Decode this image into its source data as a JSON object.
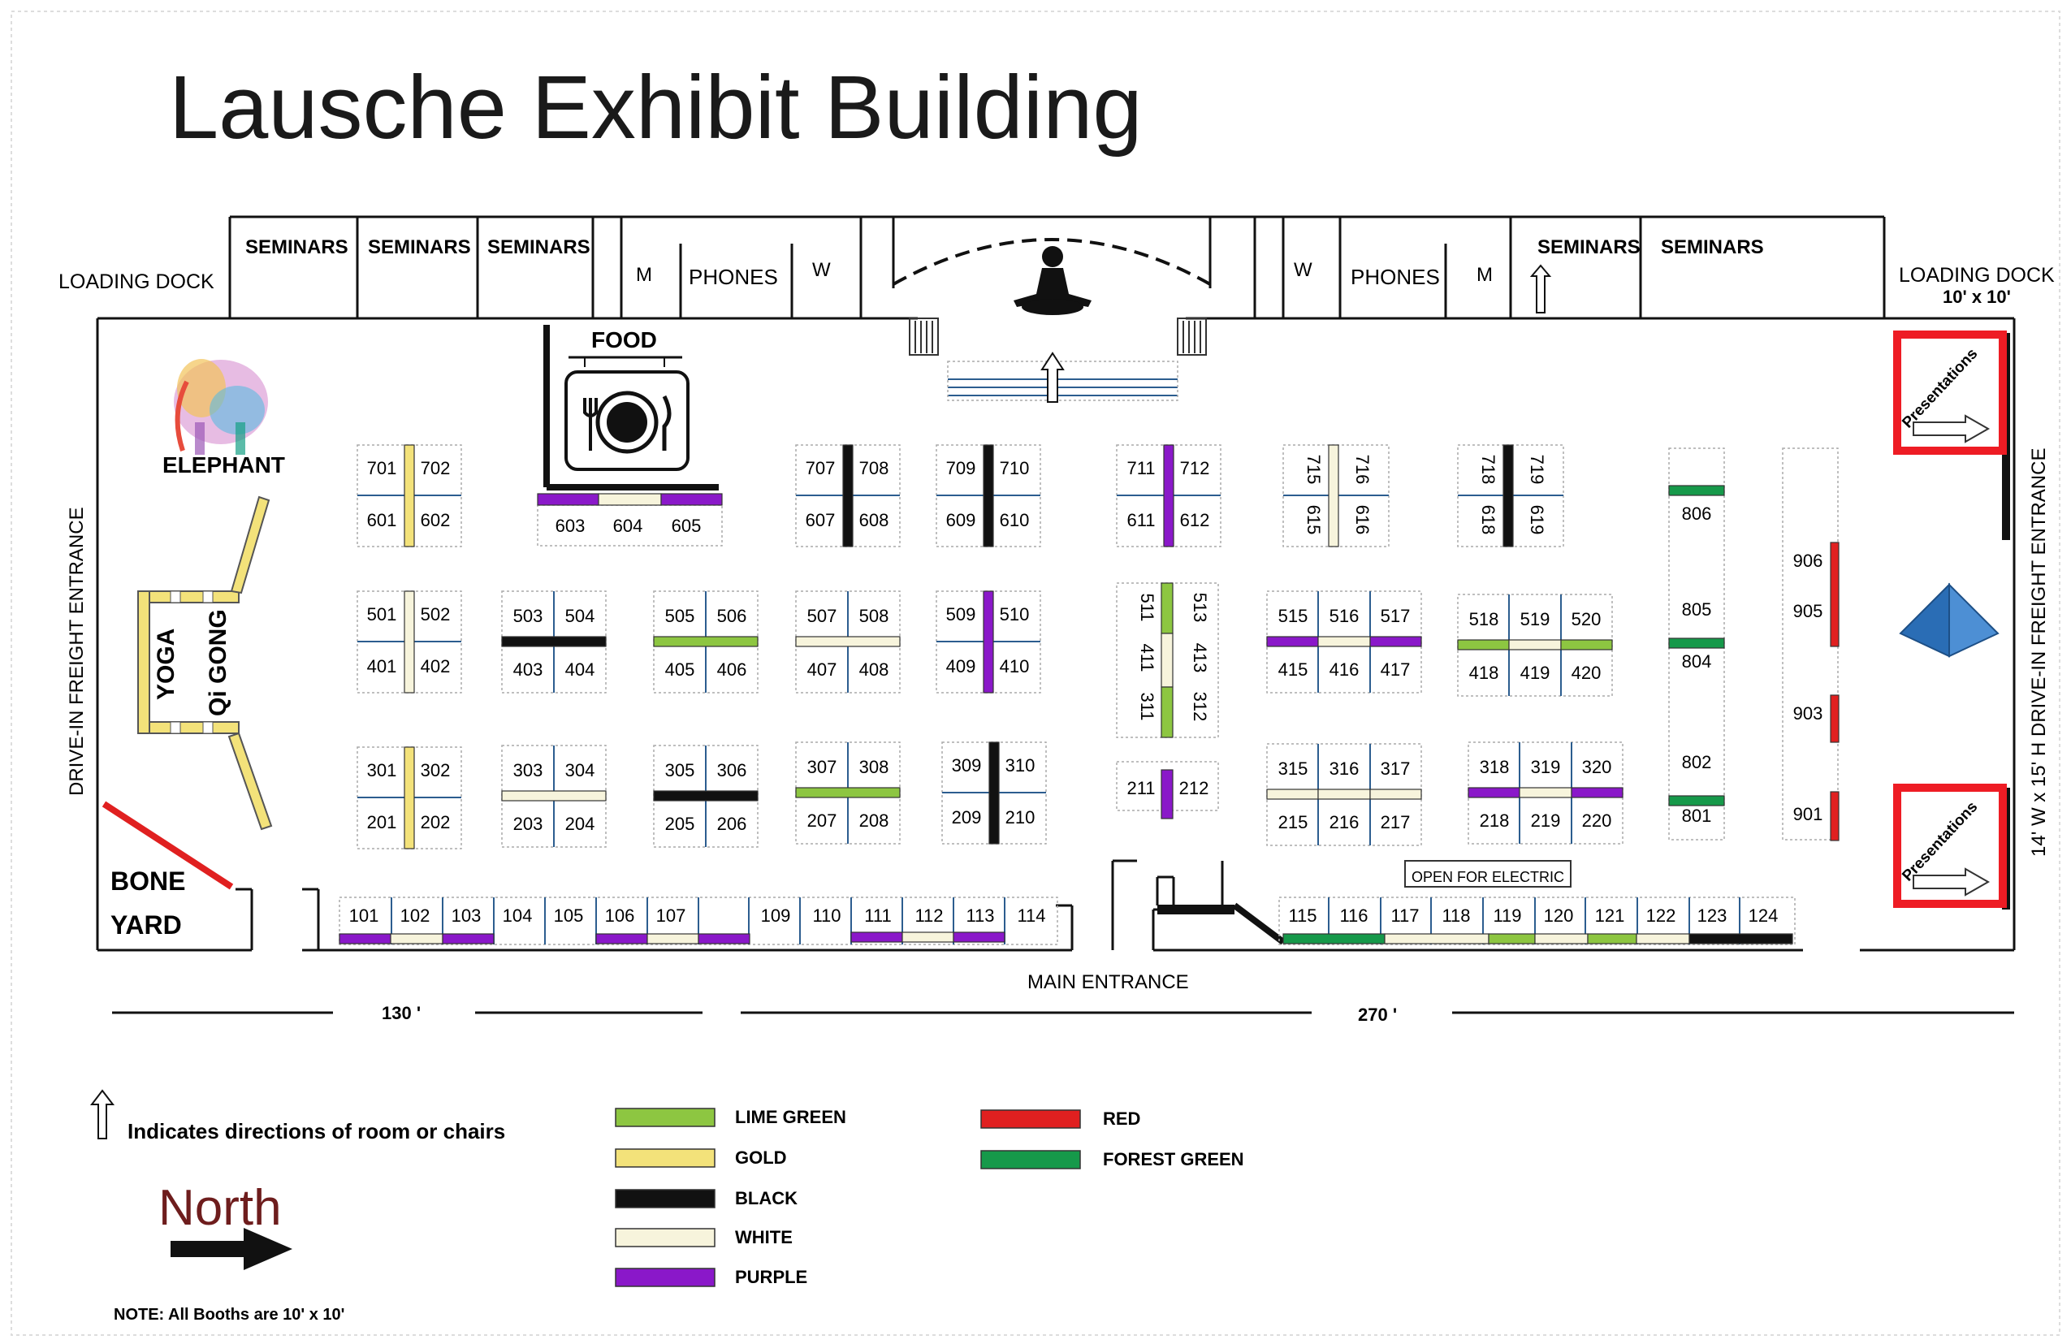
{
  "title": "Lausche Exhibit Building",
  "rooms": {
    "seminars": "SEMINARS",
    "phones": "PHONES",
    "men": "M",
    "women": "W",
    "loading_dock": "LOADING DOCK",
    "loading_dock_size": "10' x 10'",
    "food": "FOOD",
    "elephant": "ELEPHANT",
    "yoga": "YOGA",
    "qi_gong": "Qi GONG",
    "bone_yard_1": "BONE",
    "bone_yard_2": "YARD",
    "open_for_electric": "OPEN FOR ELECTRIC",
    "presentations": "Presentations",
    "main_entrance": "MAIN ENTRANCE",
    "west_entrance": "DRIVE-IN FREIGHT ENTRANCE",
    "east_entrance": "14' W x 15' H DRIVE-IN FREIGHT ENTRANCE"
  },
  "dimensions": {
    "left": "130 '",
    "right": "270 '"
  },
  "booths": {
    "r701": "701",
    "r702": "702",
    "r601": "601",
    "r602": "602",
    "r603": "603",
    "r604": "604",
    "r605": "605",
    "r707": "707",
    "r708": "708",
    "r607": "607",
    "r608": "608",
    "r709": "709",
    "r710": "710",
    "r609": "609",
    "r610": "610",
    "r711": "711",
    "r712": "712",
    "r611": "611",
    "r612": "612",
    "r715": "715",
    "r716": "716",
    "r615": "615",
    "r616": "616",
    "r718": "718",
    "r719": "719",
    "r618": "618",
    "r619": "619",
    "r806": "806",
    "r805": "805",
    "r804": "804",
    "r802": "802",
    "r801": "801",
    "r906": "906",
    "r905": "905",
    "r903": "903",
    "r901": "901",
    "r501": "501",
    "r502": "502",
    "r401": "401",
    "r402": "402",
    "r503": "503",
    "r504": "504",
    "r403": "403",
    "r404": "404",
    "r505": "505",
    "r506": "506",
    "r405": "405",
    "r406": "406",
    "r507": "507",
    "r508": "508",
    "r407": "407",
    "r408": "408",
    "r509": "509",
    "r510": "510",
    "r409": "409",
    "r410": "410",
    "r511": "511",
    "r513": "513",
    "r411": "411",
    "r413": "413",
    "r311": "311",
    "r312": "312",
    "r515": "515",
    "r516": "516",
    "r517": "517",
    "r415": "415",
    "r416": "416",
    "r417": "417",
    "r518": "518",
    "r519": "519",
    "r520": "520",
    "r418": "418",
    "r419": "419",
    "r420": "420",
    "r301": "301",
    "r302": "302",
    "r201": "201",
    "r202": "202",
    "r303": "303",
    "r304": "304",
    "r203": "203",
    "r204": "204",
    "r305": "305",
    "r306": "306",
    "r205": "205",
    "r206": "206",
    "r307": "307",
    "r308": "308",
    "r207": "207",
    "r208": "208",
    "r309": "309",
    "r310": "310",
    "r209": "209",
    "r210": "210",
    "r211": "211",
    "r212": "212",
    "r315": "315",
    "r316": "316",
    "r317": "317",
    "r215": "215",
    "r216": "216",
    "r217": "217",
    "r318": "318",
    "r319": "319",
    "r320": "320",
    "r218": "218",
    "r219": "219",
    "r220": "220",
    "r101": "101",
    "r102": "102",
    "r103": "103",
    "r104": "104",
    "r105": "105",
    "r106": "106",
    "r107": "107",
    "r109": "109",
    "r110": "110",
    "r111": "111",
    "r112": "112",
    "r113": "113",
    "r114": "114",
    "r115": "115",
    "r116": "116",
    "r117": "117",
    "r118": "118",
    "r119": "119",
    "r120": "120",
    "r121": "121",
    "r122": "122",
    "r123": "123",
    "r124": "124"
  },
  "legend": {
    "lime": "LIME GREEN",
    "gold": "GOLD",
    "black": "BLACK",
    "white": "WHITE",
    "purple": "PURPLE",
    "red": "RED",
    "forest": "FOREST GREEN"
  },
  "colors": {
    "lime": "#8dc641",
    "gold": "#f3e27a",
    "black": "#111111",
    "white": "#f7f4dc",
    "purple": "#8a18c9",
    "red": "#e02020",
    "forest": "#16994a",
    "walls": "#111111",
    "presentation_border": "#ee1c24",
    "north": "#6e1d1d"
  },
  "arrow_note": "Indicates directions of room or chairs",
  "north": "North",
  "note": "NOTE: All Booths are 10' x 10'"
}
